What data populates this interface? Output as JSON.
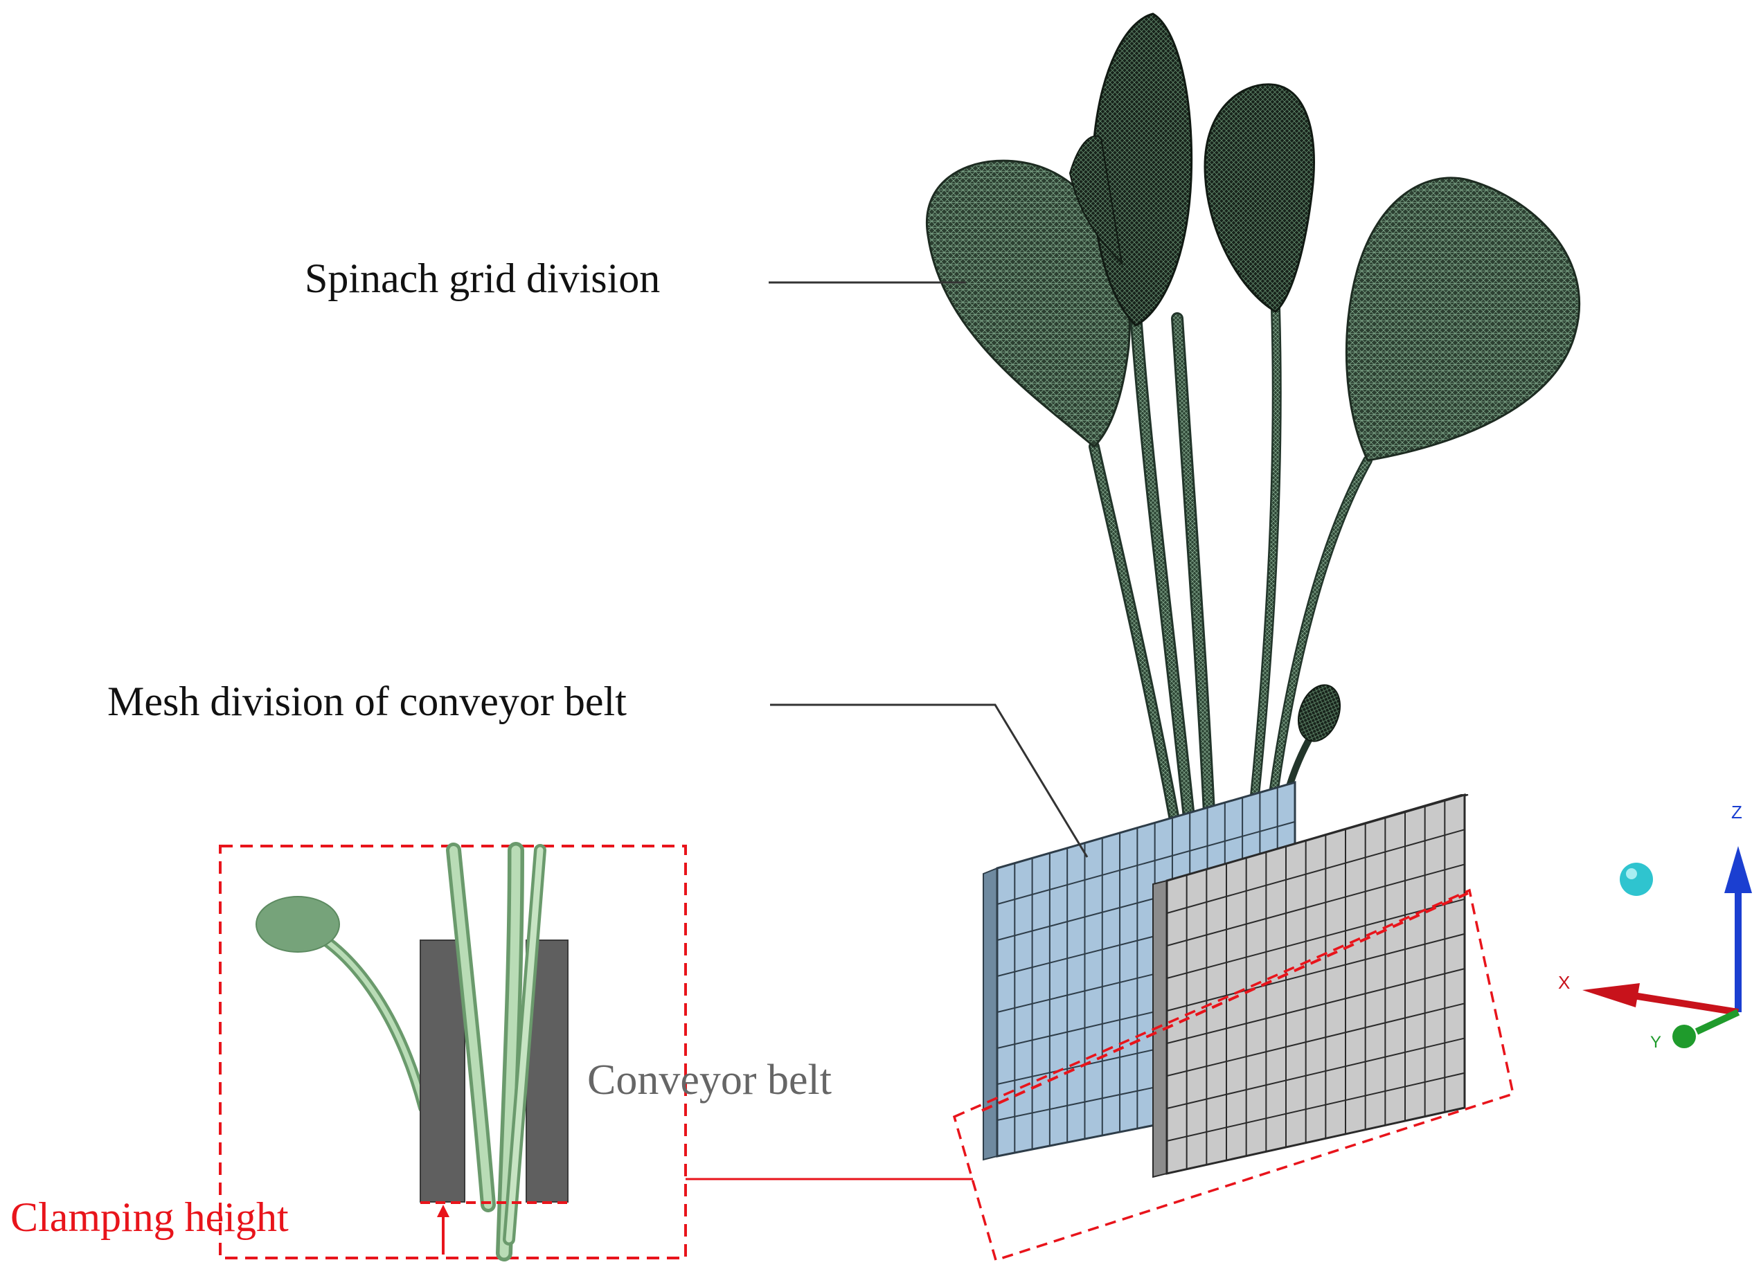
{
  "labels": {
    "spinach_grid": "Spinach grid division",
    "mesh_belt": "Mesh division of conveyor belt",
    "conveyor_belt": "Conveyor belt",
    "clamping_height": "Clamping height"
  },
  "axes": {
    "z": "Z",
    "x": "X",
    "y": "Y"
  },
  "colors": {
    "leaf_fill": "#2c3f31",
    "leaf_mesh": "#8fb59a",
    "dark_leaf": "#1c2820",
    "belt_left": "#a8c4dc",
    "belt_right": "#c9c9c9",
    "grid_line": "#3a3a3a",
    "annotation_red": "#e8141b",
    "inset_plate": "#5f5f5f",
    "inset_stem": "#a7cfa4",
    "axis_x": "#c8121b",
    "axis_y": "#1f9b2c",
    "axis_z": "#1b3fd1",
    "axis_origin": "#2fc4cf"
  }
}
